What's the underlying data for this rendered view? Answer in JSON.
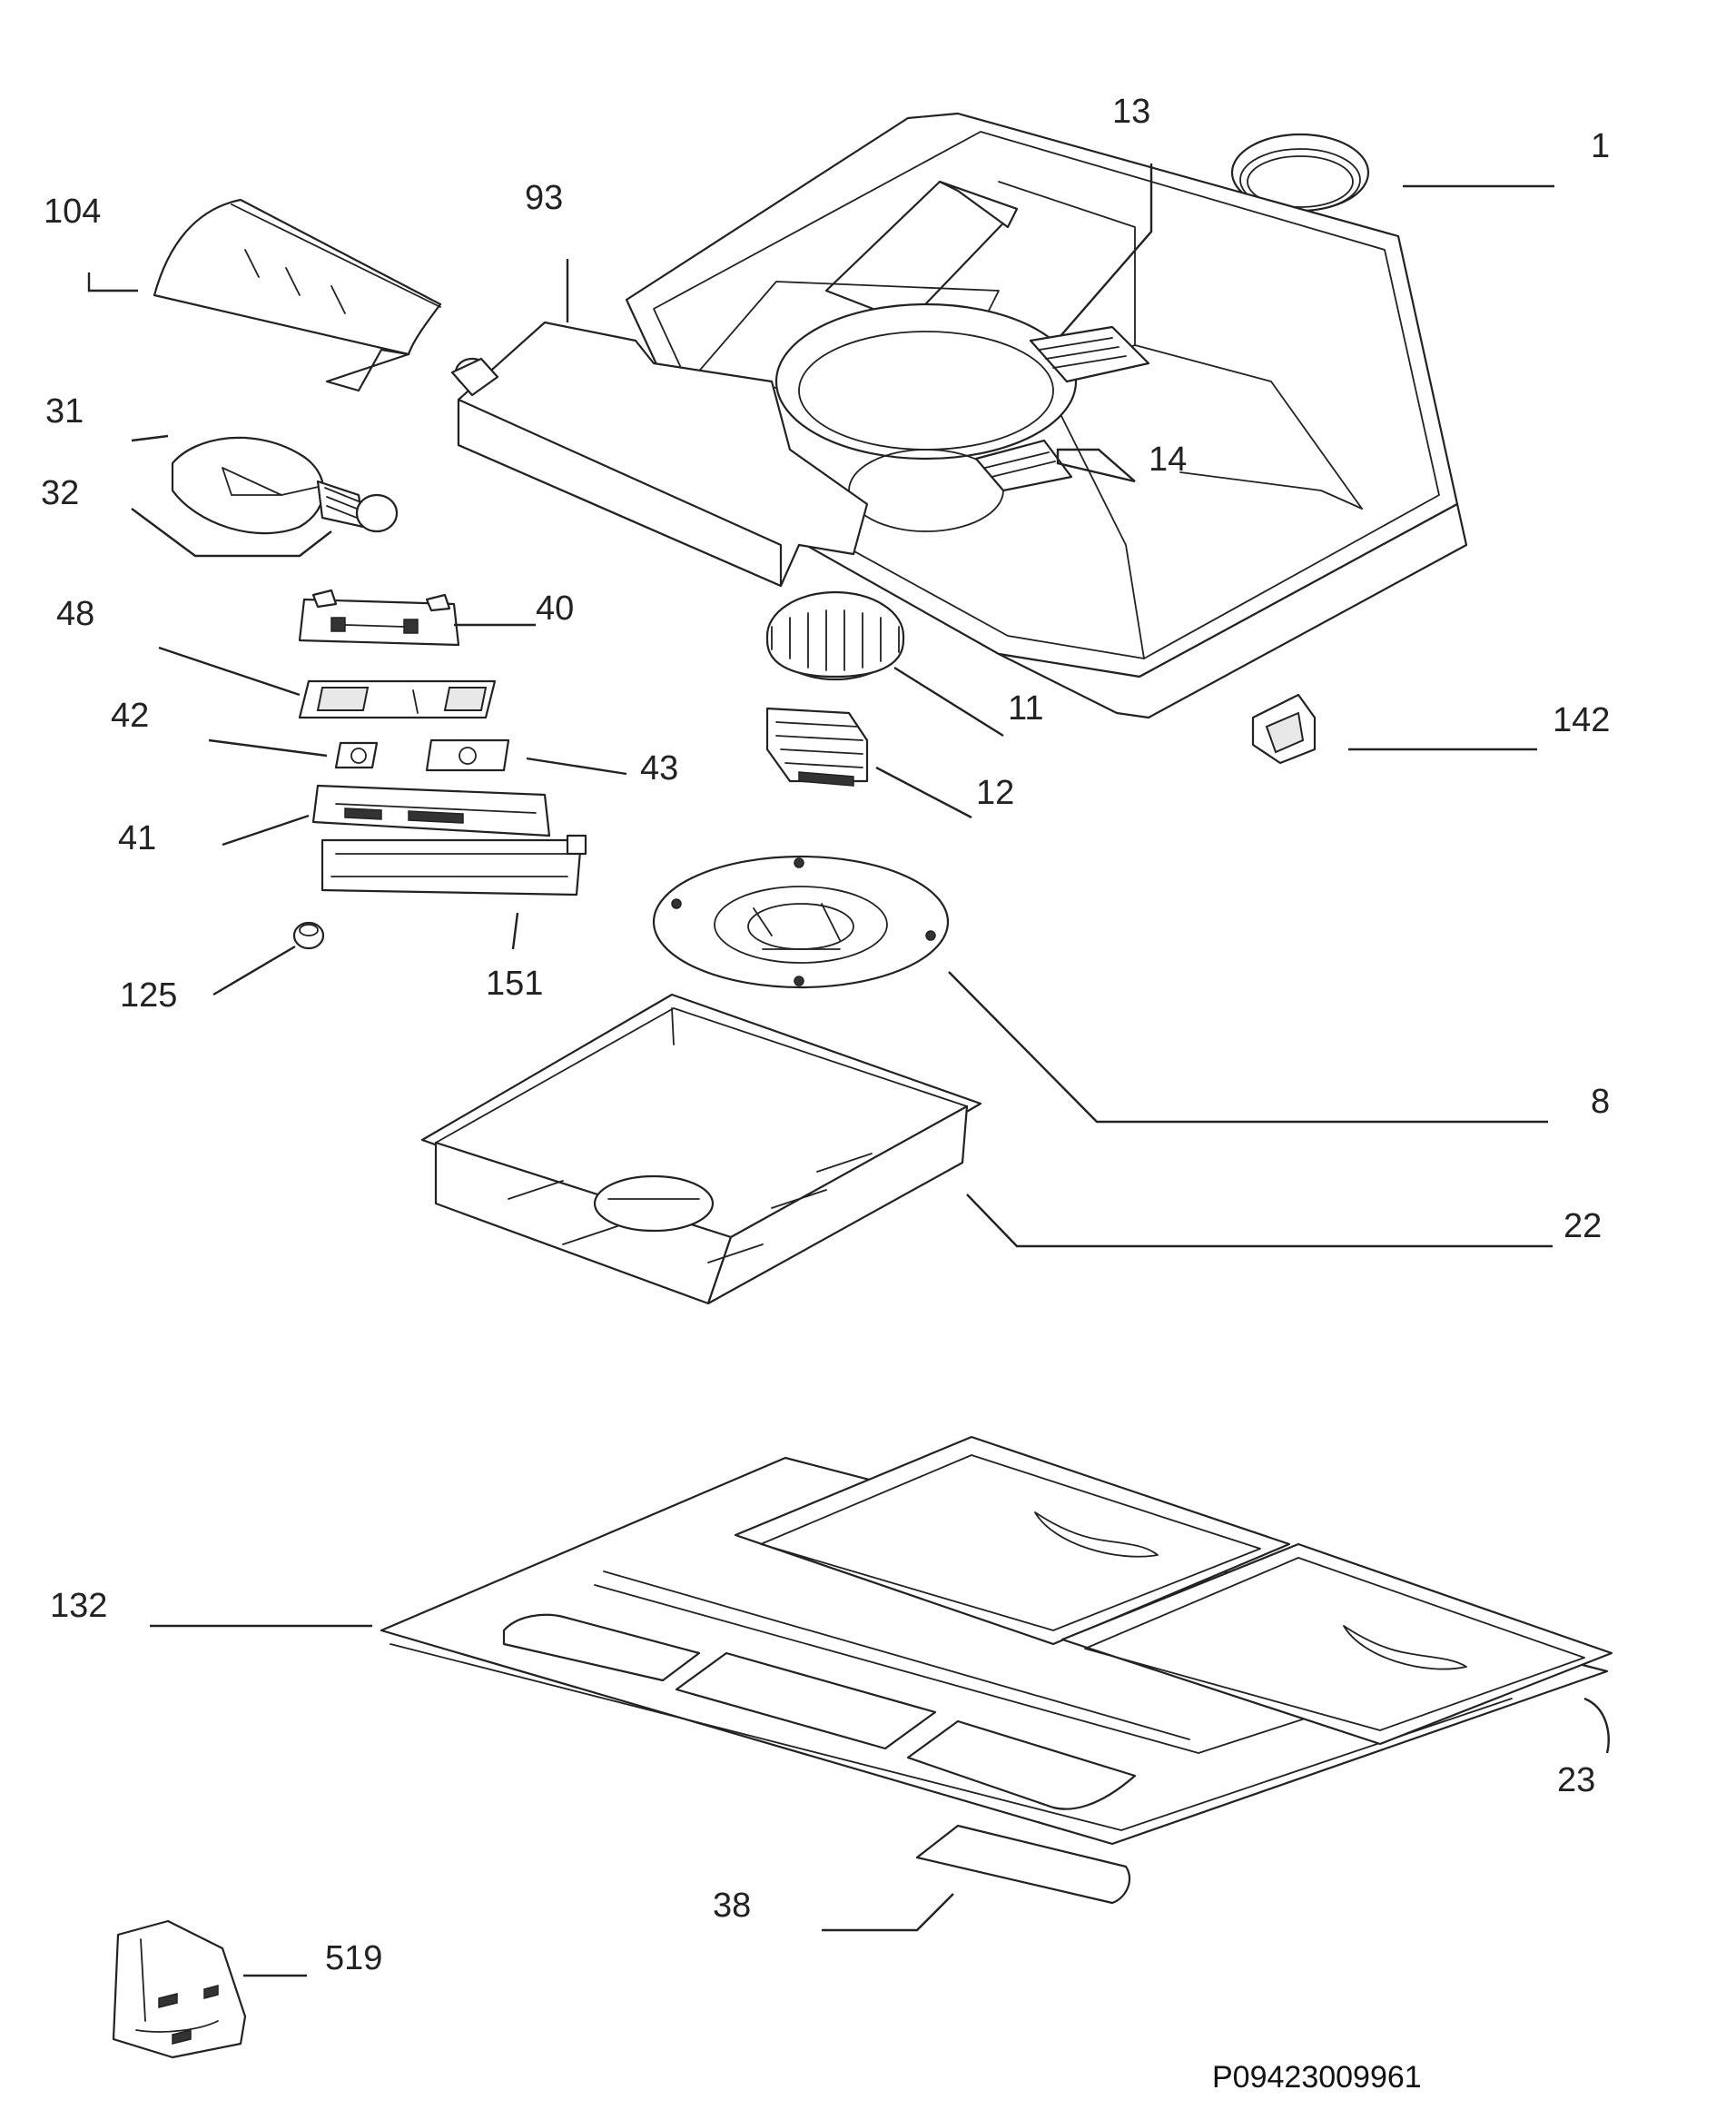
{
  "labels": {
    "p1": "1",
    "p13": "13",
    "p93": "93",
    "p104": "104",
    "p31": "31",
    "p32": "32",
    "p14": "14",
    "p48": "48",
    "p40": "40",
    "p42": "42",
    "p43": "43",
    "p41": "41",
    "p11": "11",
    "p12": "12",
    "p142": "142",
    "p151": "151",
    "p125": "125",
    "p8": "8",
    "p22": "22",
    "p132": "132",
    "p23": "23",
    "p38": "38",
    "p519": "519"
  },
  "drawing_code": "P09423009961"
}
